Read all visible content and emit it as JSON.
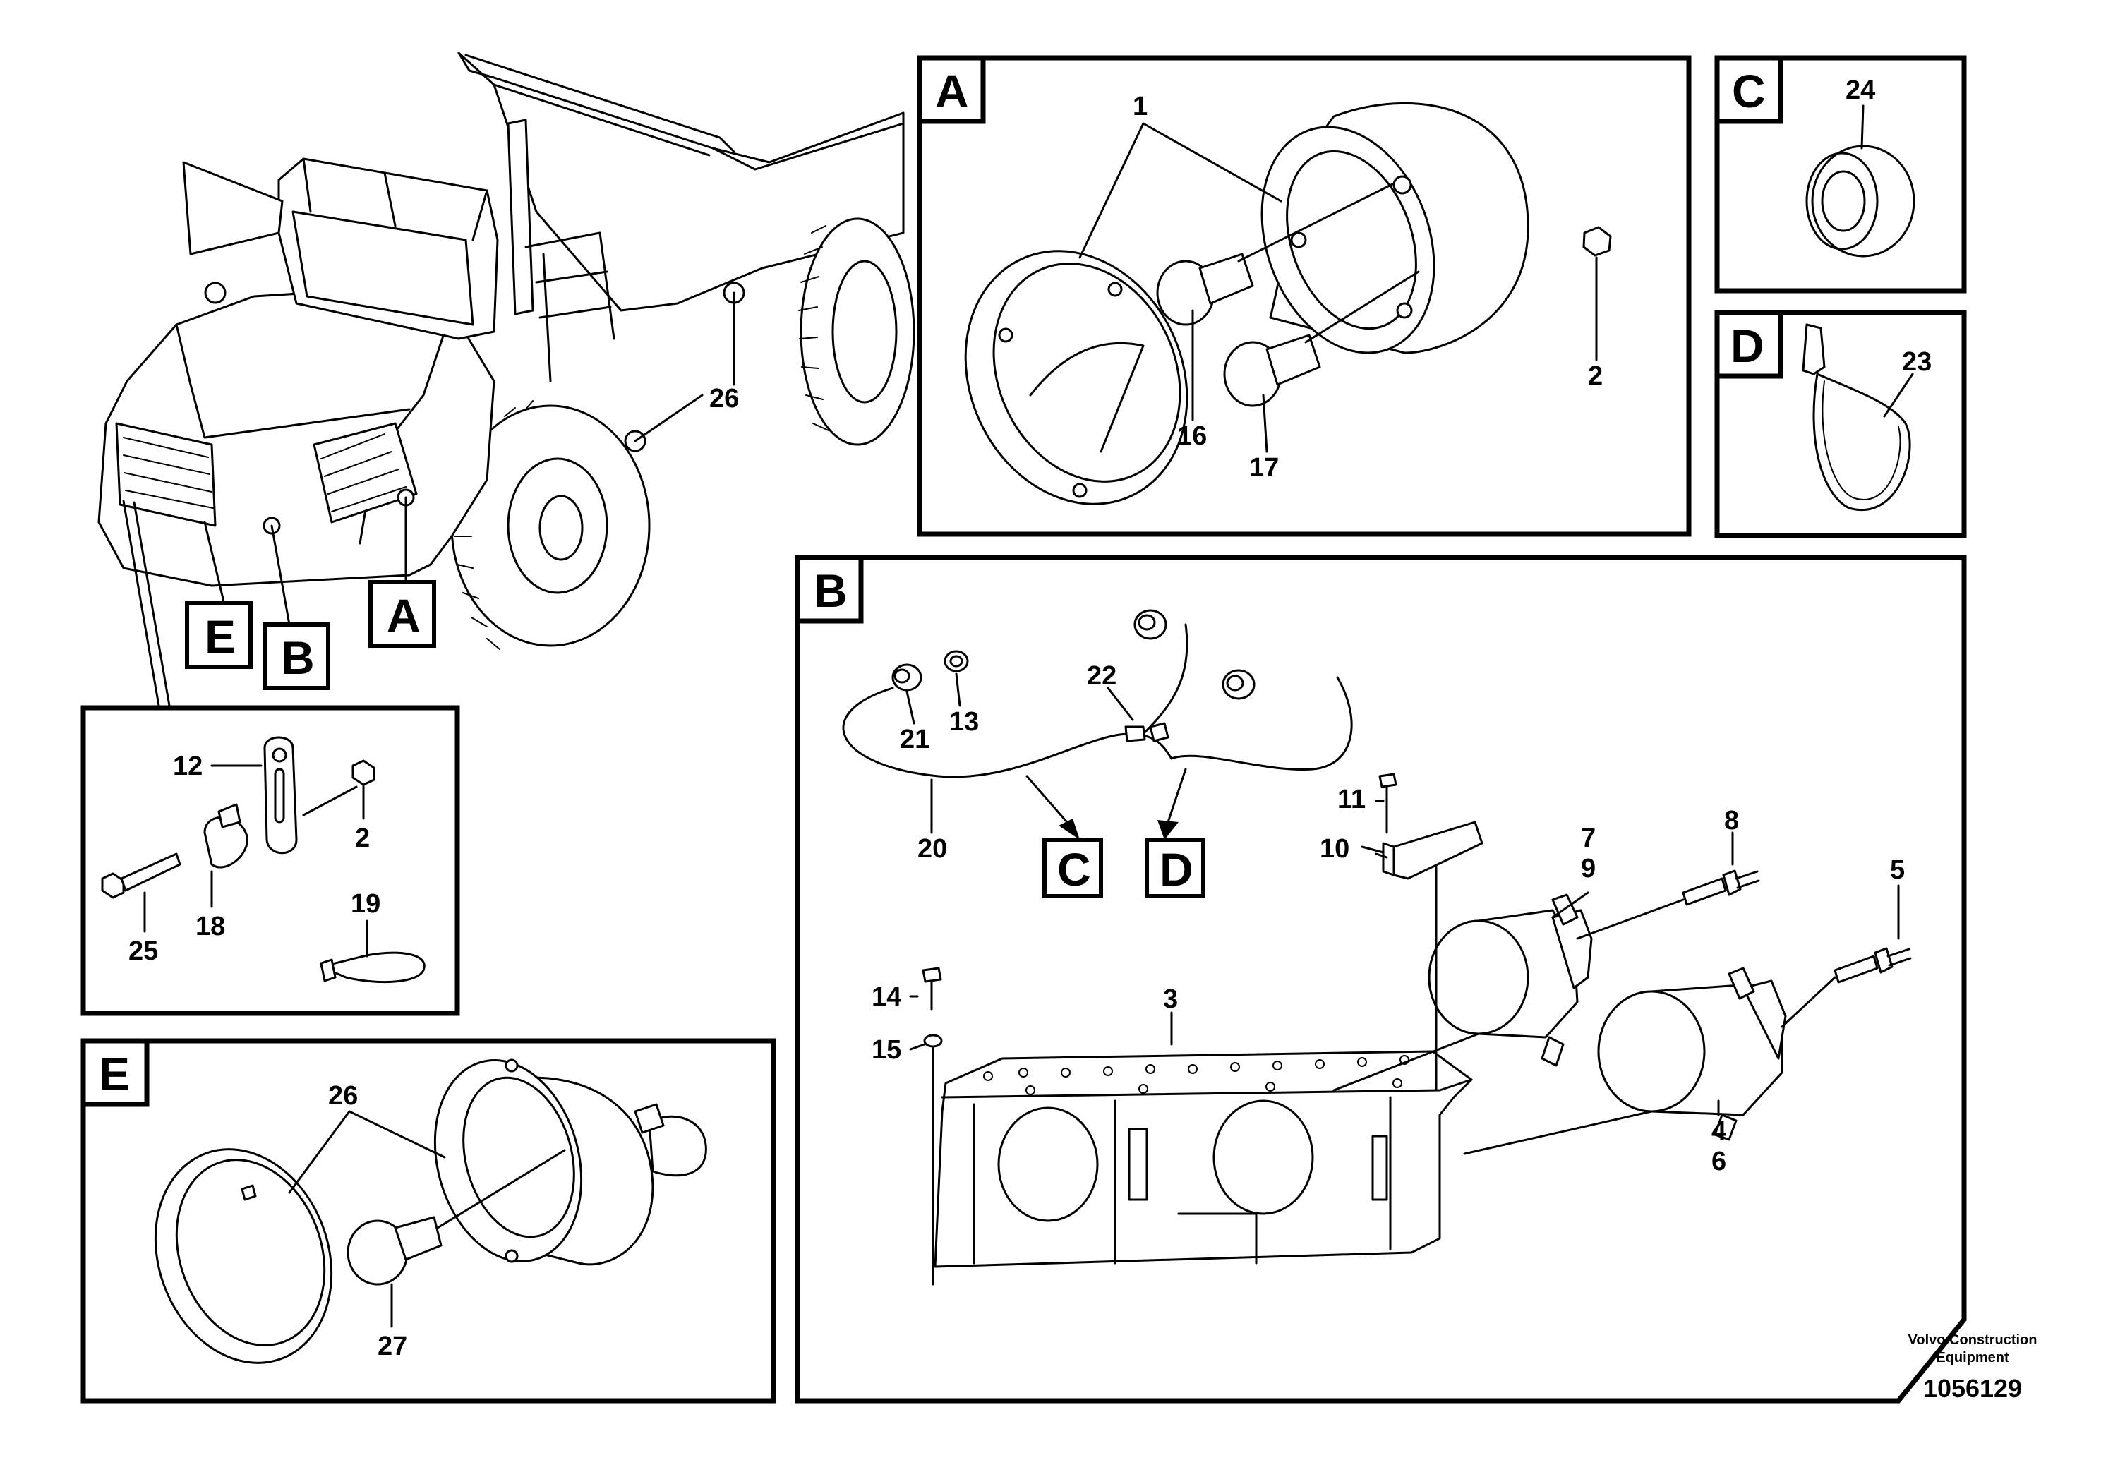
{
  "callouts": [
    "A",
    "B",
    "C",
    "D",
    "E"
  ],
  "part_numbers": [
    "1",
    "2",
    "3",
    "4",
    "5",
    "6",
    "7",
    "8",
    "9",
    "10",
    "11",
    "12",
    "13",
    "14",
    "15",
    "16",
    "17",
    "18",
    "19",
    "20",
    "21",
    "22",
    "23",
    "24",
    "25",
    "26",
    "27"
  ],
  "publisher": {
    "line1": "Volvo Construction",
    "line2": "Equipment"
  },
  "figure_code": "1056129"
}
